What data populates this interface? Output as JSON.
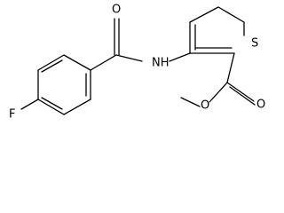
{
  "molecule": {
    "atoms": {
      "fluorine": "F",
      "amide_oxygen": "O",
      "amide_nitrogen": "NH",
      "thiophene_sulfur": "S",
      "ester_carbonyl_oxygen": "O",
      "ester_ether_oxygen": "O"
    }
  }
}
